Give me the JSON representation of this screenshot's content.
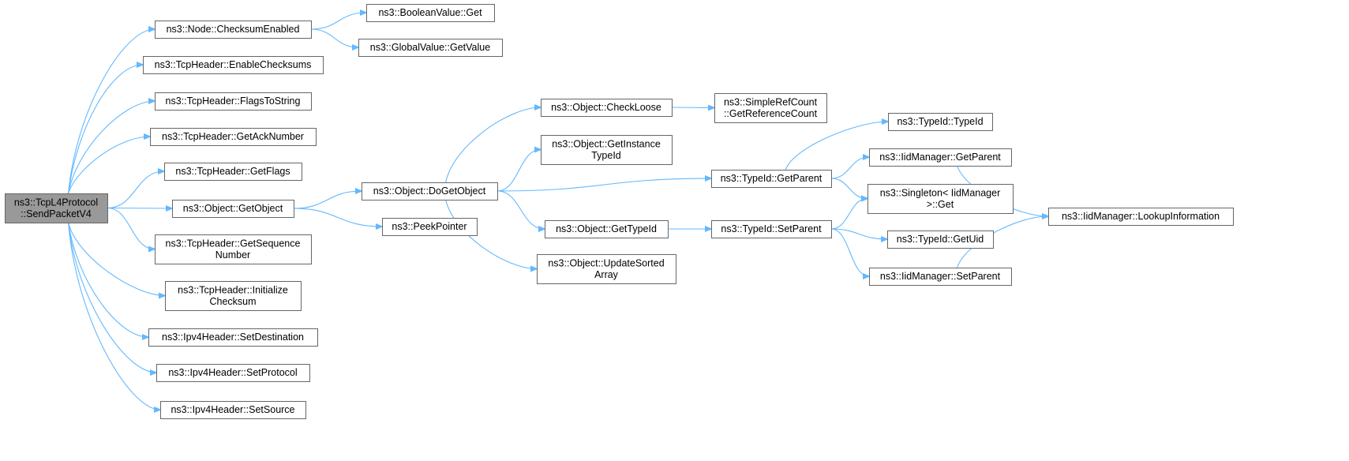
{
  "graph": {
    "edge_color": "#63b8ff",
    "node_border_color": "#666666",
    "root_fill_color": "#999999",
    "nodes": [
      {
        "id": "send",
        "lines": [
          "ns3::TcpL4Protocol",
          "::SendPacketV4"
        ],
        "root": true
      },
      {
        "id": "checksum_enabled",
        "lines": [
          "ns3::Node::ChecksumEnabled"
        ]
      },
      {
        "id": "bool_get",
        "lines": [
          "ns3::BooleanValue::Get"
        ]
      },
      {
        "id": "global_getvalue",
        "lines": [
          "ns3::GlobalValue::GetValue"
        ]
      },
      {
        "id": "enable_checksums",
        "lines": [
          "ns3::TcpHeader::EnableChecksums"
        ]
      },
      {
        "id": "flags_to_string",
        "lines": [
          "ns3::TcpHeader::FlagsToString"
        ]
      },
      {
        "id": "get_ack",
        "lines": [
          "ns3::TcpHeader::GetAckNumber"
        ]
      },
      {
        "id": "get_flags",
        "lines": [
          "ns3::TcpHeader::GetFlags"
        ]
      },
      {
        "id": "get_object",
        "lines": [
          "ns3::Object::GetObject"
        ]
      },
      {
        "id": "get_seq",
        "lines": [
          "ns3::TcpHeader::GetSequence",
          "Number"
        ]
      },
      {
        "id": "init_checksum",
        "lines": [
          "ns3::TcpHeader::Initialize",
          "Checksum"
        ]
      },
      {
        "id": "set_destination",
        "lines": [
          "ns3::Ipv4Header::SetDestination"
        ]
      },
      {
        "id": "set_protocol",
        "lines": [
          "ns3::Ipv4Header::SetProtocol"
        ]
      },
      {
        "id": "set_source",
        "lines": [
          "ns3::Ipv4Header::SetSource"
        ]
      },
      {
        "id": "do_get_object",
        "lines": [
          "ns3::Object::DoGetObject"
        ]
      },
      {
        "id": "peek_pointer",
        "lines": [
          "ns3::PeekPointer"
        ]
      },
      {
        "id": "check_loose",
        "lines": [
          "ns3::Object::CheckLoose"
        ]
      },
      {
        "id": "get_instance_typeid",
        "lines": [
          "ns3::Object::GetInstance",
          "TypeId"
        ]
      },
      {
        "id": "obj_get_typeid",
        "lines": [
          "ns3::Object::GetTypeId"
        ]
      },
      {
        "id": "update_sorted",
        "lines": [
          "ns3::Object::UpdateSorted",
          "Array"
        ]
      },
      {
        "id": "ref_count",
        "lines": [
          "ns3::SimpleRefCount",
          "::GetReferenceCount"
        ]
      },
      {
        "id": "typeid_getparent",
        "lines": [
          "ns3::TypeId::GetParent"
        ]
      },
      {
        "id": "typeid_setparent",
        "lines": [
          "ns3::TypeId::SetParent"
        ]
      },
      {
        "id": "typeid_typeid",
        "lines": [
          "ns3::TypeId::TypeId"
        ]
      },
      {
        "id": "iid_getparent",
        "lines": [
          "ns3::IidManager::GetParent"
        ]
      },
      {
        "id": "singleton_get",
        "lines": [
          "ns3::Singleton< IidManager",
          ">::Get"
        ]
      },
      {
        "id": "typeid_getuid",
        "lines": [
          "ns3::TypeId::GetUid"
        ]
      },
      {
        "id": "iid_setparent",
        "lines": [
          "ns3::IidManager::SetParent"
        ]
      },
      {
        "id": "lookup_info",
        "lines": [
          "ns3::IidManager::LookupInformation"
        ]
      }
    ],
    "edges": [
      [
        "send",
        "checksum_enabled"
      ],
      [
        "send",
        "enable_checksums"
      ],
      [
        "send",
        "flags_to_string"
      ],
      [
        "send",
        "get_ack"
      ],
      [
        "send",
        "get_flags"
      ],
      [
        "send",
        "get_object"
      ],
      [
        "send",
        "get_seq"
      ],
      [
        "send",
        "init_checksum"
      ],
      [
        "send",
        "set_destination"
      ],
      [
        "send",
        "set_protocol"
      ],
      [
        "send",
        "set_source"
      ],
      [
        "checksum_enabled",
        "bool_get"
      ],
      [
        "checksum_enabled",
        "global_getvalue"
      ],
      [
        "get_object",
        "do_get_object"
      ],
      [
        "get_object",
        "peek_pointer"
      ],
      [
        "do_get_object",
        "check_loose"
      ],
      [
        "do_get_object",
        "get_instance_typeid"
      ],
      [
        "do_get_object",
        "typeid_getparent"
      ],
      [
        "do_get_object",
        "obj_get_typeid"
      ],
      [
        "do_get_object",
        "update_sorted"
      ],
      [
        "check_loose",
        "ref_count"
      ],
      [
        "typeid_getparent",
        "typeid_typeid"
      ],
      [
        "typeid_getparent",
        "iid_getparent"
      ],
      [
        "typeid_getparent",
        "singleton_get"
      ],
      [
        "obj_get_typeid",
        "typeid_setparent"
      ],
      [
        "typeid_setparent",
        "singleton_get"
      ],
      [
        "typeid_setparent",
        "typeid_getuid"
      ],
      [
        "typeid_setparent",
        "iid_setparent"
      ],
      [
        "iid_getparent",
        "lookup_info"
      ],
      [
        "iid_setparent",
        "lookup_info"
      ]
    ]
  }
}
